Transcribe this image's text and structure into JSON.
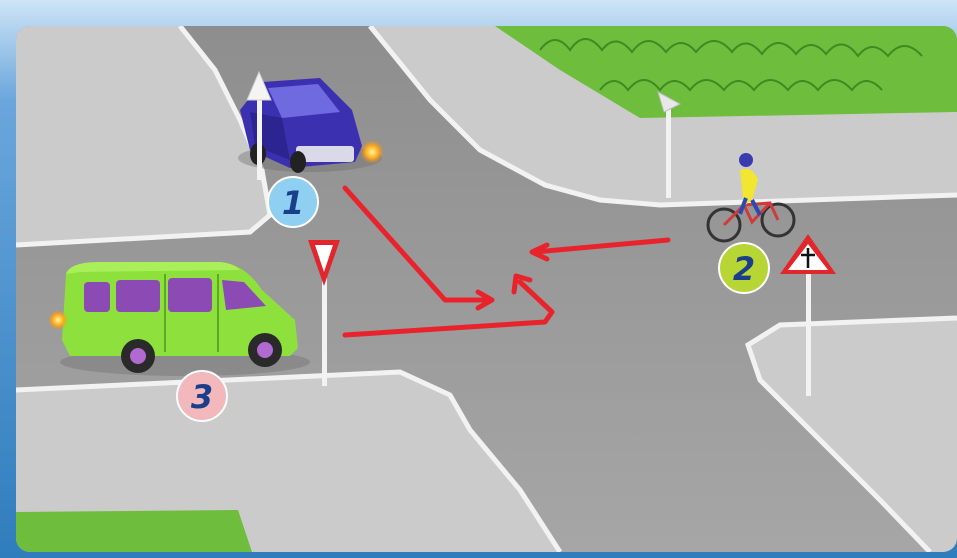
{
  "markers": [
    {
      "id": "marker-1",
      "label": "1",
      "color": "#8ecff2"
    },
    {
      "id": "marker-2",
      "label": "2",
      "color": "#b7d636"
    },
    {
      "id": "marker-3",
      "label": "3",
      "color": "#f2b8bc"
    }
  ],
  "vehicles": {
    "car": {
      "color": "#4a3fc0",
      "icon": "sedan-icon"
    },
    "minibus": {
      "color": "#8ee03c",
      "icon": "minibus-icon"
    },
    "bicycle": {
      "color": "#d13a3a",
      "icon": "bicycle-icon"
    }
  },
  "signs": {
    "yield": {
      "icon": "yield-sign-icon",
      "color": "#e3262b"
    },
    "intersection_warning": {
      "icon": "crossroads-warning-sign-icon",
      "color": "#e3262b"
    }
  },
  "colors": {
    "path_arrow": "#e8232b",
    "road": "#9b9b9b",
    "sidewalk": "#c9c9c9",
    "grass": "#6ebd3c",
    "frame": "#2f7dbd"
  }
}
